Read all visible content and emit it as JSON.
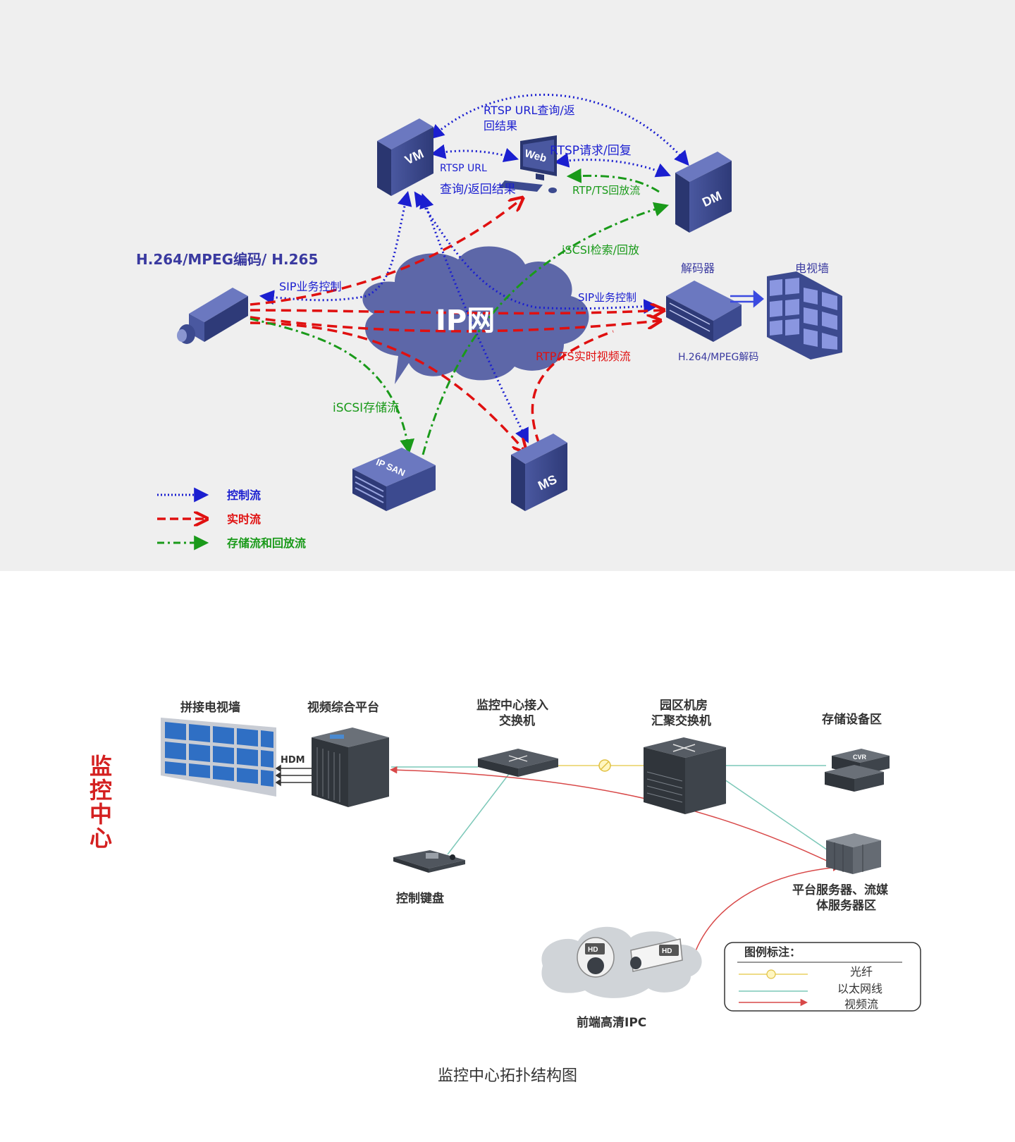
{
  "top": {
    "codec_title": "H.264/MPEG编码/ H.265",
    "sip_cam": "SIP业务控制",
    "ip_net": "IP网",
    "rtsp_query_top_1": "RTSP URL查询/返",
    "rtsp_query_top_2": "回结果",
    "rtsp_url": "RTSP URL",
    "rtsp_query_mid": "查询/返回结果",
    "rtsp_request": "RTSP请求/回复",
    "rtp_playback": "RTP/TS回放流",
    "iscsi_search": "iSCSI检索/回放",
    "sip_decoder": "SIP业务控制",
    "rtp_realtime": "RTP/TS实时视频流",
    "iscsi_storage": "iSCSI存储流",
    "decoder": "解码器",
    "tv_wall": "电视墙",
    "decode_codec": "H.264/MPEG解码",
    "vm": "VM",
    "dm": "DM",
    "ms": "MS",
    "web": "Web",
    "ipsan": "IP SAN",
    "legend": {
      "control": "控制流",
      "realtime": "实时流",
      "storage": "存储流和回放流"
    },
    "colors": {
      "control": "#1b1fd0",
      "realtime": "#e01010",
      "storage": "#1a9a1a",
      "server": "#3c4a8f",
      "cloud": "#5d67a8"
    }
  },
  "bottom": {
    "side_title": [
      "监",
      "控",
      "中",
      "心"
    ],
    "video_wall": "拼接电视墙",
    "video_platform": "视频综合平台",
    "access_switch_1": "监控中心接入",
    "access_switch_2": "交换机",
    "core_switch_1": "园区机房",
    "core_switch_2": "汇聚交换机",
    "storage_area": "存储设备区",
    "server_area_1": "平台服务器、流媒",
    "server_area_2": "体服务器区",
    "keyboard": "控制键盘",
    "ipc": "前端高清IPC",
    "hdmi": "HDM",
    "cvr": "CVR",
    "hd": "HD",
    "legend": {
      "title": "图例标注：",
      "fiber": "光纤",
      "ethernet": "以太网线",
      "video": "视频流"
    },
    "colors": {
      "fiber": "#e8d060",
      "ethernet": "#7cc8b8",
      "video": "#d84848"
    }
  },
  "caption": "监控中心拓扑结构图"
}
